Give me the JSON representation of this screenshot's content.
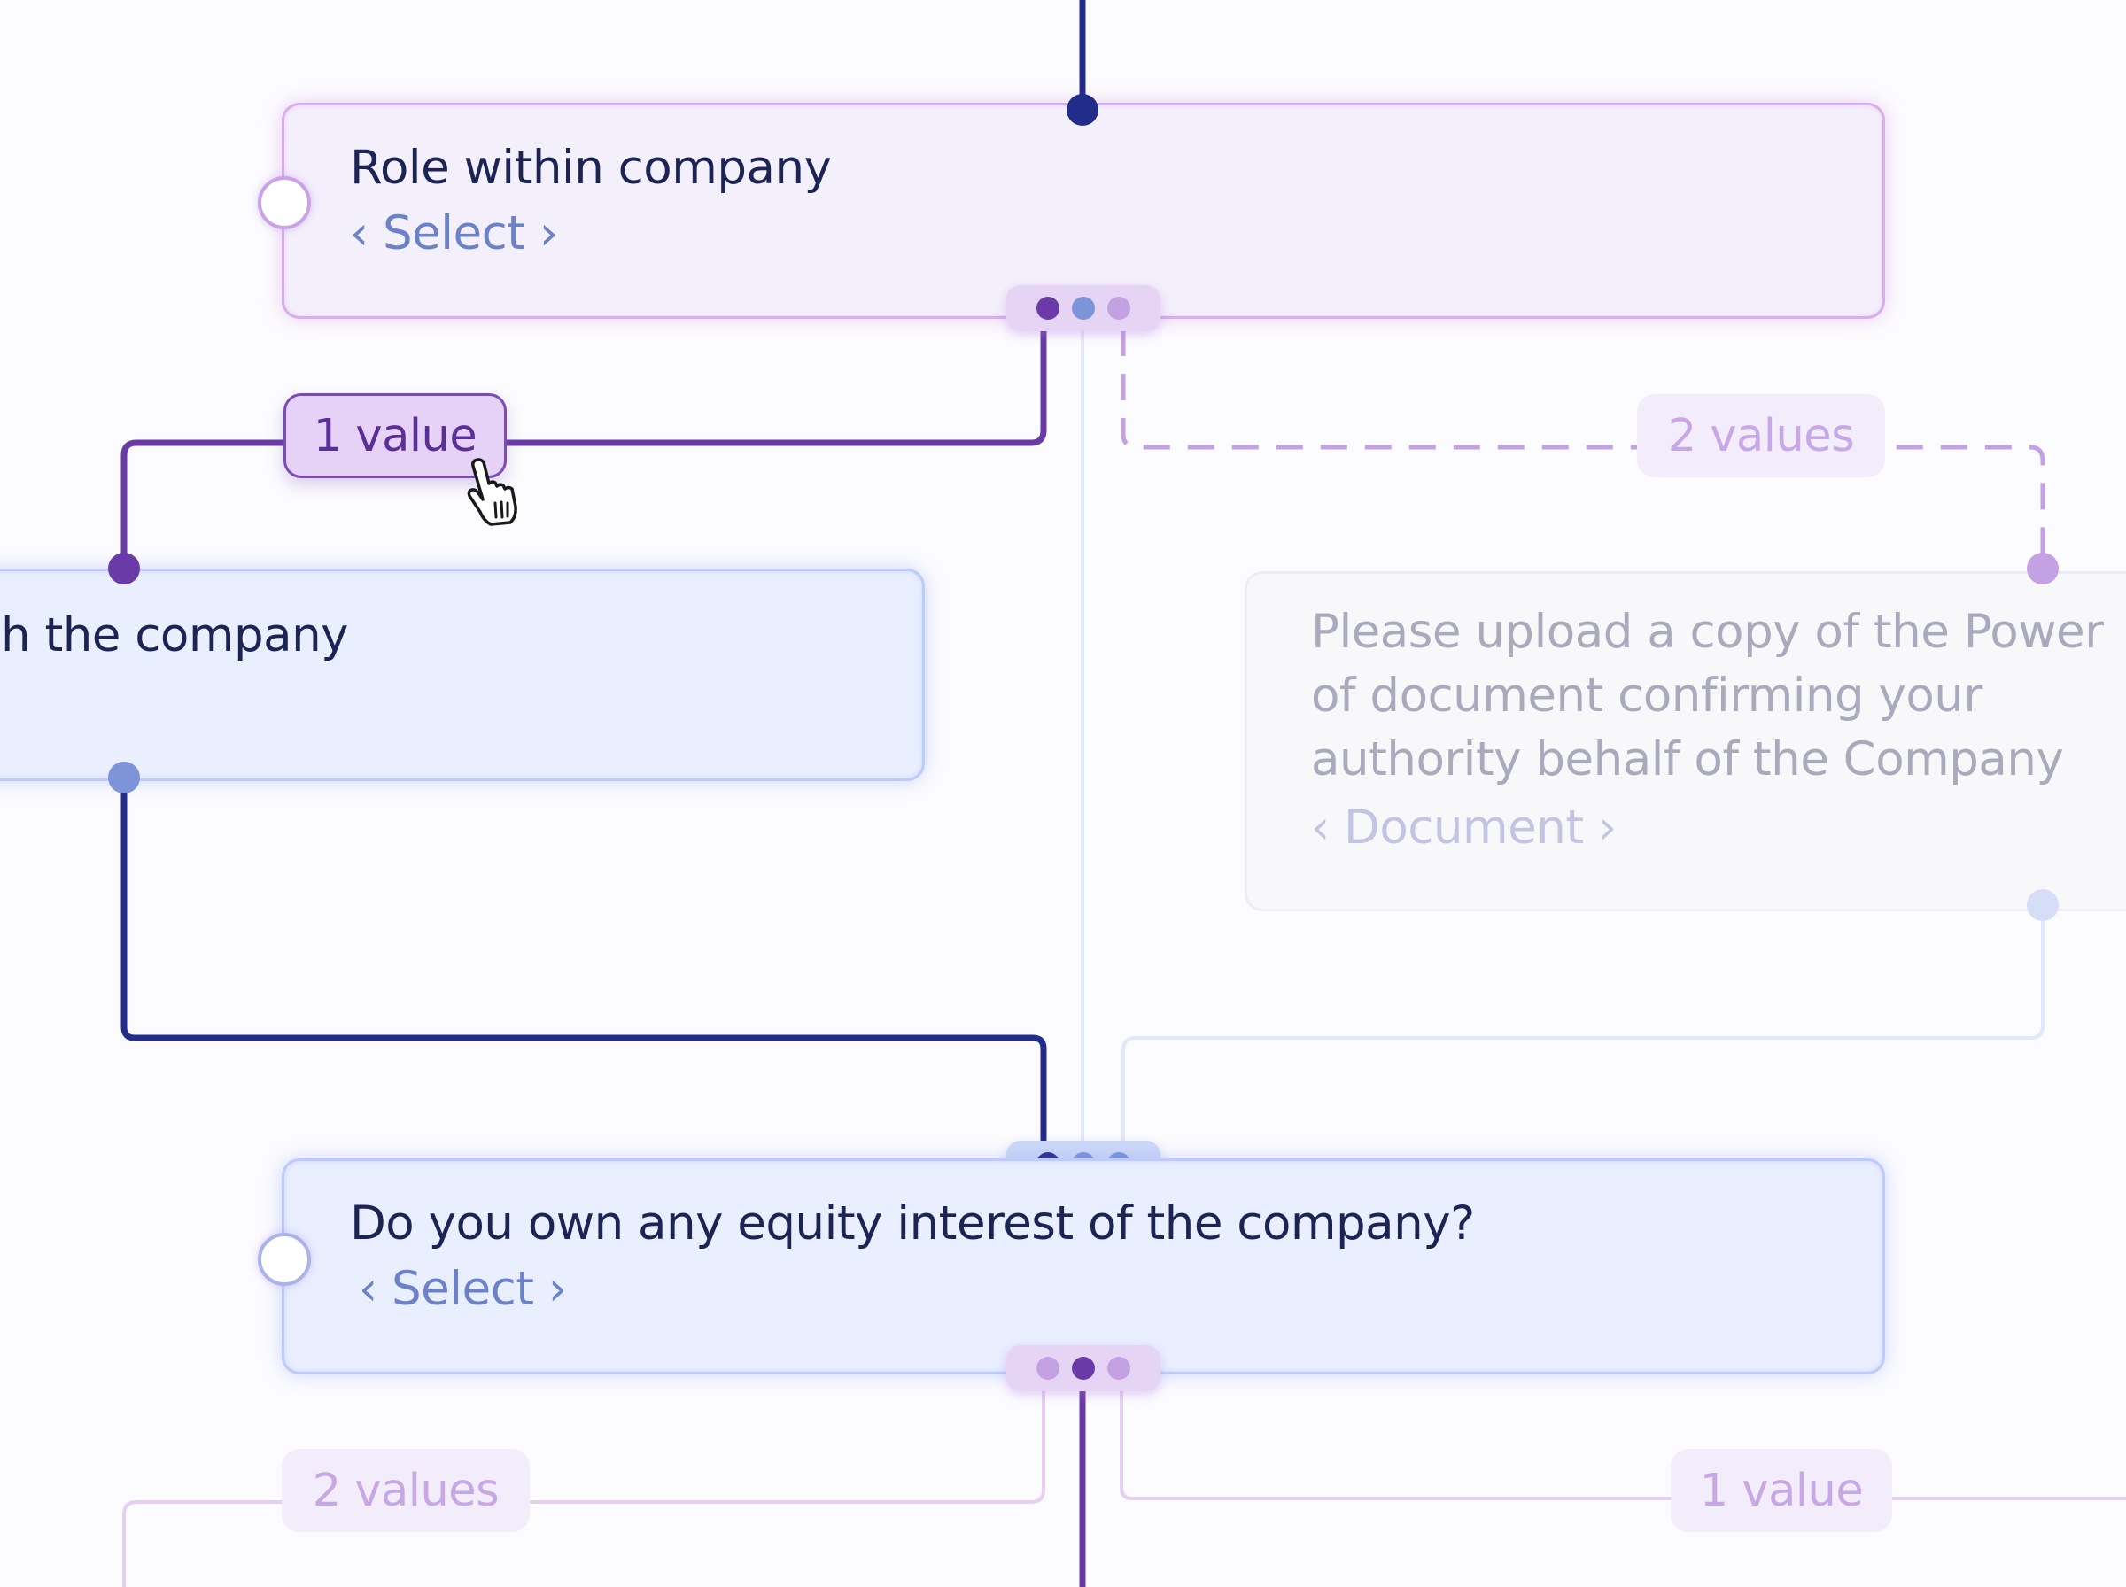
{
  "nodes": {
    "role": {
      "title": "Role within company",
      "placeholder": "‹ Select ›"
    },
    "relationship": {
      "title": "h the company"
    },
    "upload": {
      "title": "Please upload a copy of the Power of document confirming your authority behalf of the Company",
      "placeholder": "‹ Document ›"
    },
    "equity": {
      "title": "Do you own any equity interest of the company?",
      "placeholder": "‹ Select ›"
    }
  },
  "branch_labels": {
    "role_left": "1 value",
    "role_right": "2 values",
    "equity_left": "2 values",
    "equity_right": "1 value"
  },
  "colors": {
    "purple_dark": "#6a3ba6",
    "navy": "#222c8a",
    "blue_mid": "#7e94d8",
    "lilac": "#c4a1e2",
    "light_lilac": "#e6d0f2",
    "light_blue": "#e2e8fb"
  },
  "icons": {
    "cursor": "hand-pointer-icon"
  }
}
